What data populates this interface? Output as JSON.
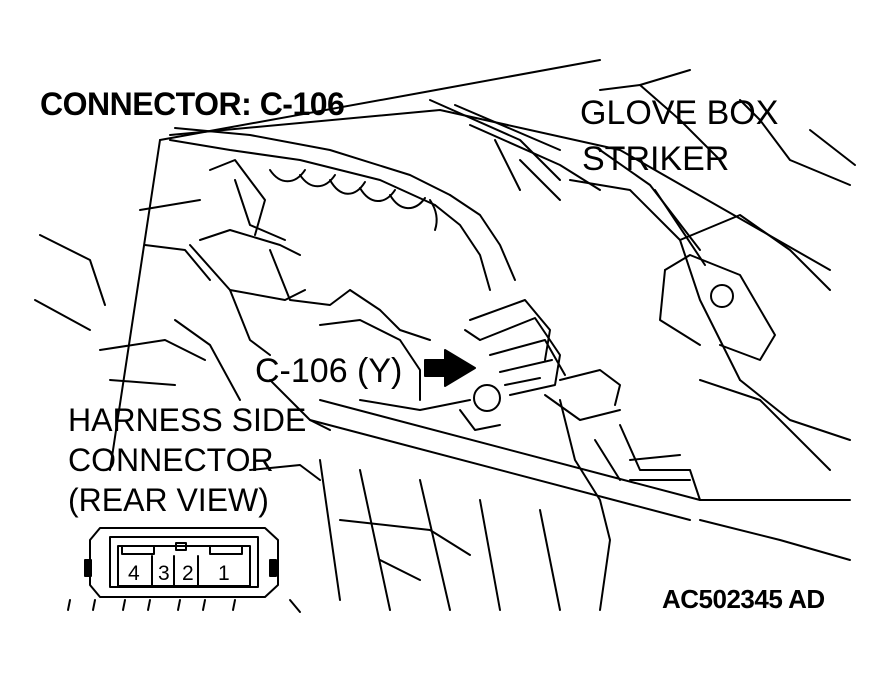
{
  "title": "CONNECTOR: C-106",
  "labels": {
    "glove_box_striker_line1": "GLOVE BOX",
    "glove_box_striker_line2": "STRIKER",
    "connector_callout": "C-106 (Y)",
    "harness_line1": "HARNESS SIDE",
    "harness_line2": "CONNECTOR",
    "harness_line3": "(REAR VIEW)"
  },
  "pins": [
    "4",
    "3",
    "2",
    "1"
  ],
  "figure_code": "AC502345 AD",
  "colors": {
    "ink": "#000000",
    "paper": "#ffffff"
  }
}
